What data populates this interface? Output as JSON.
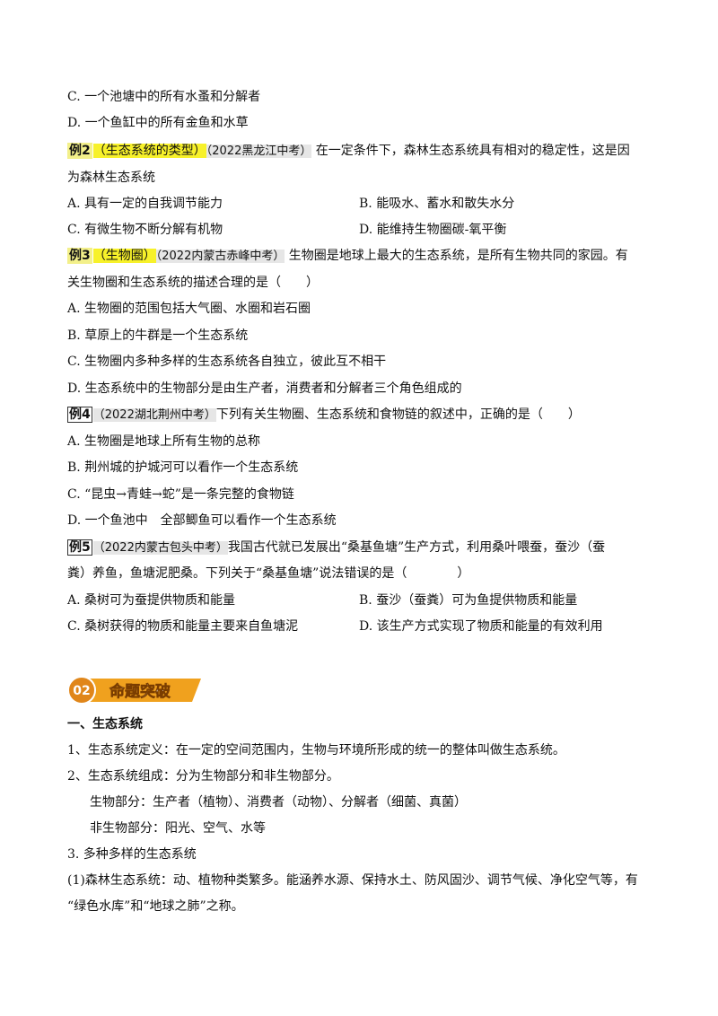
{
  "lines": {
    "c_opt": "C. 一个池塘中的所有水蚤和分解者",
    "d_opt": "D. 一个鱼缸中的所有金鱼和水草"
  },
  "ex2": {
    "num": "例2",
    "tag": "（生态系统的类型）",
    "source": "（2022黑龙江中考）",
    "text1": "在一定条件下，森林生态系统具有相对的稳定性，这是因",
    "text2": "为森林生态系统",
    "a": "A. 具有一定的自我调节能力",
    "b": "B. 能吸水、蓄水和散失水分",
    "c": "C. 有微生物不断分解有机物",
    "d": "D. 能维持生物圈碳-氧平衡"
  },
  "ex3": {
    "num": "例3",
    "tag": "（生物圈）",
    "source": "（2022内蒙古赤峰中考）",
    "text1": "生物圈是地球上最大的生态系统，是所有生物共同的家园。有",
    "text2": "关生物圈和生态系统的描述合理的是（　　）",
    "a": "A. 生物圈的范围包括大气圈、水圈和岩石圈",
    "b": "B. 草原上的牛群是一个生态系统",
    "c": "C. 生物圈内多种多样的生态系统各自独立，彼此互不相干",
    "d": "D. 生态系统中的生物部分是由生产者，消费者和分解者三个角色组成的"
  },
  "ex4": {
    "num": "例4",
    "source": "（2022湖北荆州中考）",
    "text1": "下列有关生物圈、生态系统和食物链的叙述中，正确的是（　　）",
    "a": "A. 生物圈是地球上所有生物的总称",
    "b": "B. 荆州城的护城河可以看作一个生态系统",
    "c": "C. “昆虫→青蛙→蛇”是一条完整的食物链",
    "d": "D. 一个鱼池中　全部鲫鱼可以看作一个生态系统"
  },
  "ex5": {
    "num": "例5",
    "source": "（2022内蒙古包头中考）",
    "text1": "我国古代就已发展出“桑基鱼塘”生产方式，利用桑叶喂蚕，蚕沙（蚕",
    "text2": "粪）养鱼，鱼塘泥肥桑。下列关于“桑基鱼塘”说法错误的是（　　　　）",
    "a": "A. 桑树可为蚕提供物质和能量",
    "b": "B. 蚕沙（蚕粪）可为鱼提供物质和能量",
    "c": "C. 桑树获得的物质和能量主要来自鱼塘泥",
    "d": "D. 该生产方式实现了物质和能量的有效利用"
  },
  "banner": {
    "num": "02",
    "title": "命题突破"
  },
  "section1": {
    "heading": "一、生态系统",
    "p1": "1、生态系统定义：在一定的空间范围内，生物与环境所形成的统一的整体叫做生态系统。",
    "p2": "2、生态系统组成：分为生物部分和非生物部分。",
    "p2a": "生物部分：生产者（植物）、消费者（动物）、分解者（细菌、真菌）",
    "p2b": "非生物部分：阳光、空气、水等",
    "p3": "3. 多种多样的生态系统",
    "p3a1": "(1)森林生态系统：动、植物种类繁多。能涵养水源、保持水土、防风固沙、调节气候、净化空气等，有",
    "p3a2": "“绿色水库”和“地球之肺”之称。"
  },
  "colors": {
    "highlight_yellow": "#f7f12a",
    "source_gray": "#e6e6e6",
    "banner_orange": "#f0a11e"
  }
}
